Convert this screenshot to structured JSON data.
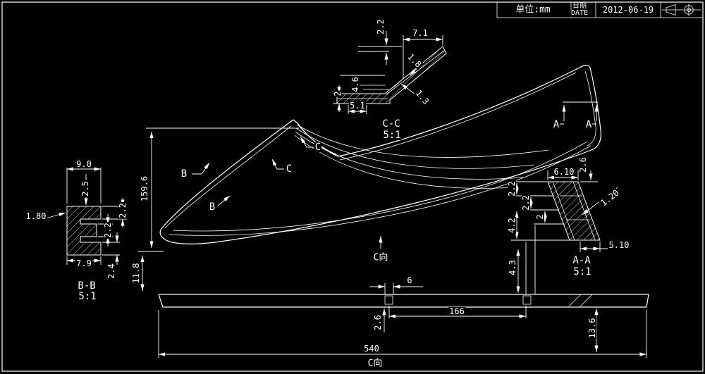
{
  "colors": {
    "background": "#000000",
    "line": "#ffffff"
  },
  "title_block": {
    "unit_label": "单位:mm",
    "date_label_cn": "日期",
    "date_label_en": "DATE",
    "date_value": "2012-06-19"
  },
  "main_view": {
    "dim_total_height": "159.6",
    "dim_toe_height": "11.8",
    "section_label_b": "B",
    "section_label_c": "C",
    "section_label_a": "A",
    "view_direction_label": "C向"
  },
  "section_bb": {
    "title": "B-B",
    "scale": "5:1",
    "dim_top_width": "9.0",
    "dim_top_depth": "2.5",
    "dim_wall": "1.80",
    "dim_arm_top": "2.2",
    "dim_arm_mid": "2.2",
    "dim_bottom_width": "7.9",
    "dim_arm_bottom": "2.4"
  },
  "section_cc": {
    "title": "C-C",
    "scale": "5:1",
    "dim_tip": "2.2",
    "dim_top_width": "7.1",
    "dim_left_height": "4.6",
    "dim_arm_thickness": "2",
    "dim_bottom_width": "5.1",
    "dim_layer_upper": "1.8",
    "dim_layer_lower": "1.3"
  },
  "section_aa": {
    "title": "A-A",
    "scale": "5:1",
    "dim_top_width": "6.10",
    "dim_top_right": "2.6",
    "dim_left_upper": "2.2",
    "dim_left_mid": "2.2",
    "dim_left_lower": "4.2",
    "dim_inner": "2",
    "dim_layer": "1.20",
    "dim_bottom_offset": "5.10"
  },
  "bottom_view": {
    "title": "C向",
    "dim_hole_size": "6",
    "dim_hole_spacing": "166",
    "dim_total_length": "540",
    "dim_thickness": "2.6",
    "dim_hole_offset": "4.3",
    "dim_heel_height": "13.6"
  }
}
